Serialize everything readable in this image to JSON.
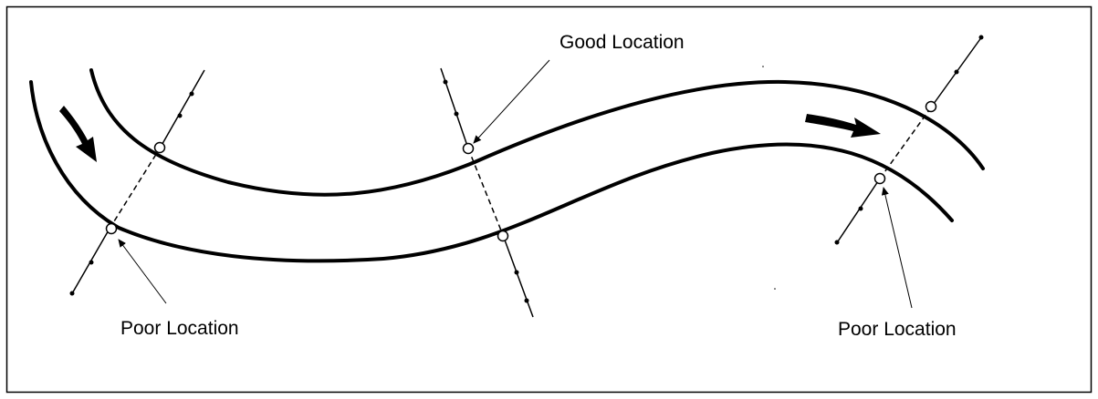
{
  "labels": {
    "good": "Good Location",
    "poor_left": "Poor Location",
    "poor_right": "Poor Location"
  },
  "colors": {
    "ink": "#000000",
    "background": "#ffffff"
  }
}
